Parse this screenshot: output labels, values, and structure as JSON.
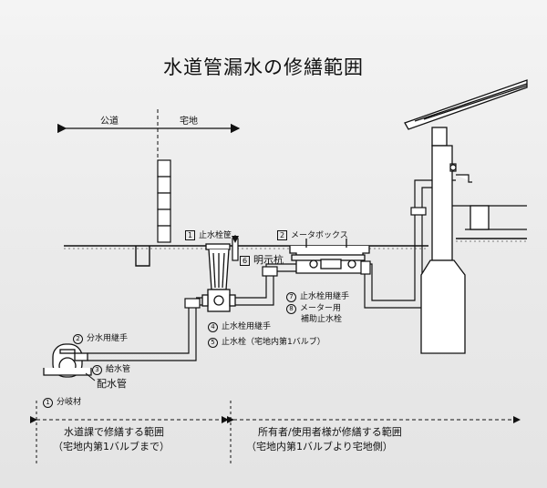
{
  "title": "水道管漏水の修繕範囲",
  "zones": {
    "public_road": "公道",
    "private_land": "宅地"
  },
  "labels": {
    "item1": {
      "num": "1",
      "text": "止水栓筐"
    },
    "item2": {
      "num": "2",
      "text": "メータボックス"
    },
    "item6": {
      "num": "6",
      "text": "明示杭"
    },
    "item7": {
      "num": "7",
      "text": "止水栓用継手"
    },
    "item8": {
      "num": "8",
      "text": "メーター用"
    },
    "item8b": "補助止水栓",
    "item4": {
      "num": "4",
      "text": "止水栓用継手"
    },
    "item5": {
      "num": "5",
      "text": "止水栓（宅地内第1バルブ）"
    },
    "item2b": {
      "num": "2",
      "text": "分水用継手"
    },
    "item3": {
      "num": "3",
      "text": "給水管"
    },
    "main_pipe": "配水管",
    "item1b": {
      "num": "1",
      "text": "分岐材"
    }
  },
  "responsibility": {
    "left_line1": "水道課で修繕する範囲",
    "left_line2": "（宅地内第1バルブまで）",
    "right_line1": "所有者/使用者様が修繕する範囲",
    "right_line2": "（宅地内第1バルブより宅地側）"
  }
}
